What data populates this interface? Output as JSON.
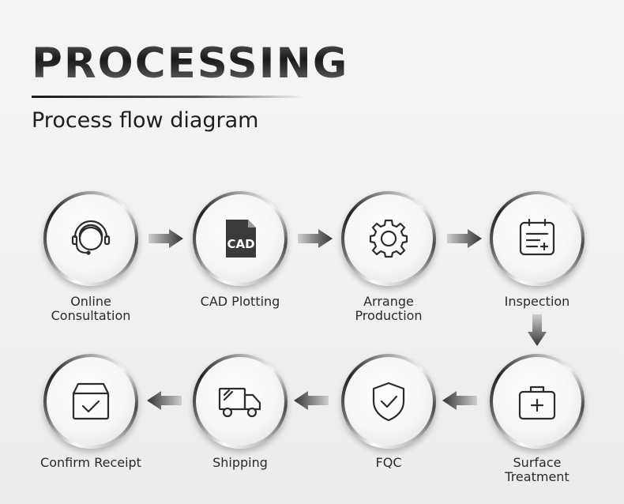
{
  "header": {
    "title": "PROCESSING",
    "subtitle": "Process flow diagram"
  },
  "steps": [
    {
      "label_line1": "Online",
      "label_line2": "Consultation",
      "icon": "headset-icon"
    },
    {
      "label_line1": "CAD Plotting",
      "label_line2": "",
      "icon": "cad-file-icon",
      "icon_text": "CAD"
    },
    {
      "label_line1": "Arrange",
      "label_line2": "Production",
      "icon": "gear-icon"
    },
    {
      "label_line1": "Inspection",
      "label_line2": "",
      "icon": "inspection-board-icon"
    },
    {
      "label_line1": "Surface",
      "label_line2": "Treatment",
      "icon": "medical-kit-icon"
    },
    {
      "label_line1": "FQC",
      "label_line2": "",
      "icon": "shield-check-icon"
    },
    {
      "label_line1": "Shipping",
      "label_line2": "",
      "icon": "truck-icon"
    },
    {
      "label_line1": "Confirm Receipt",
      "label_line2": "",
      "icon": "box-check-icon"
    }
  ],
  "colors": {
    "arrow_dark": "#333333",
    "arrow_light": "#bdbdbd",
    "icon_stroke": "#2c2c2c"
  }
}
